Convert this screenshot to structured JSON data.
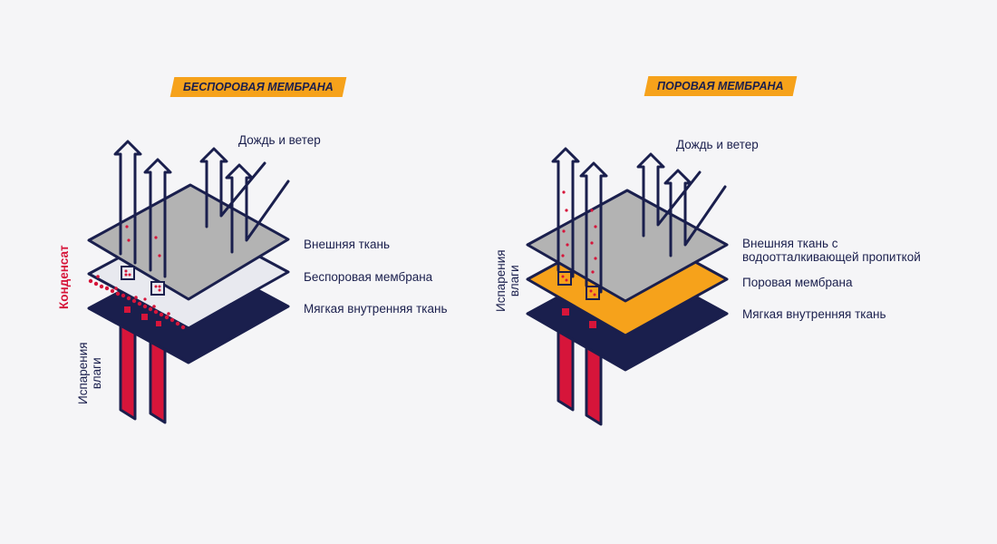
{
  "left": {
    "badge": "БЕСПОРОВАЯ МЕМБРАНА",
    "label_rain": "Дождь и ветер",
    "label_outer": "Внешняя ткань",
    "label_membrane": "Беспоровая мембрана",
    "label_inner": "Мягкая внутренняя ткань",
    "label_condensate": "Конденсат",
    "label_vapor_1": "Испарения",
    "label_vapor_2": "влаги"
  },
  "right": {
    "badge": "ПОРОВАЯ МЕМБРАНА",
    "label_rain": "Дождь и ветер",
    "label_outer_1": "Внешняя ткань с",
    "label_outer_2": "водоотталкивающей пропиткой",
    "label_membrane": "Поровая мембрана",
    "label_inner": "Мягкая внутренняя ткань",
    "label_vapor_1": "Испарения",
    "label_vapor_2": "влаги"
  },
  "colors": {
    "navy": "#1a1f4d",
    "grey": "#b3b3b3",
    "light": "#e8e9ef",
    "orange": "#f6a21b",
    "red": "#d6153a",
    "background": "#f5f5f7"
  }
}
